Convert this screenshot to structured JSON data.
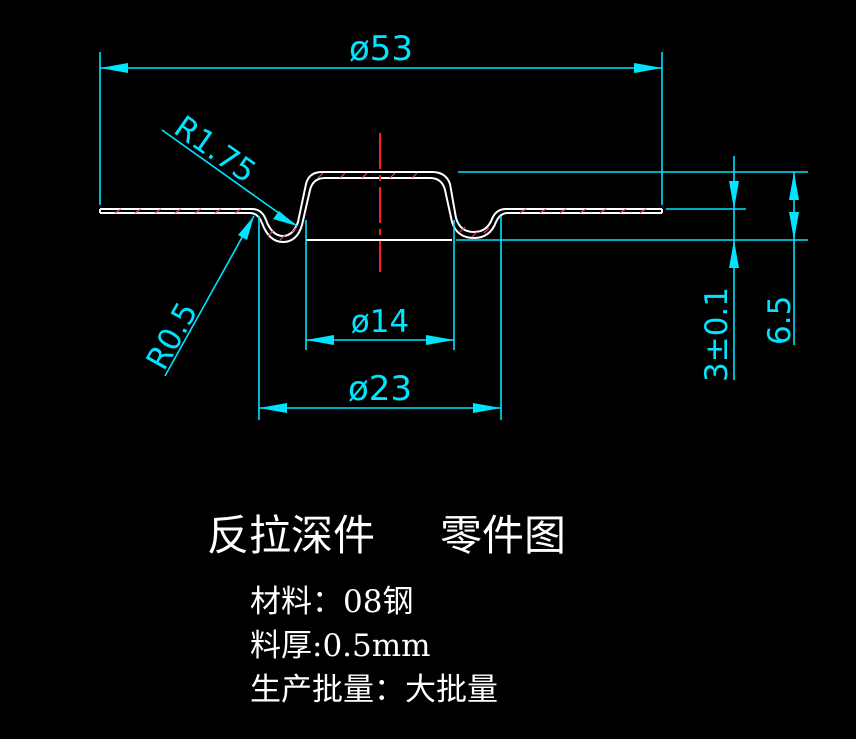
{
  "dimensions": {
    "outer_diameter": "ø53",
    "fillet_top": "R1.75",
    "fillet_bottom": "R0.5",
    "inner_diameter": "ø14",
    "mid_diameter": "ø23",
    "depth_tol": "3±0.1",
    "total_height": "6.5"
  },
  "title": {
    "part_name": "反拉深件",
    "drawing_type": "零件图"
  },
  "notes": {
    "material": "材料：08钢",
    "thickness": "料厚:0.5mm",
    "production": "生产批量：大批量"
  },
  "colors": {
    "background": "#000000",
    "dimension": "#00e5ff",
    "outline": "#ffffff",
    "centerline": "#ff1a1a",
    "hatch": "#ff3377"
  }
}
